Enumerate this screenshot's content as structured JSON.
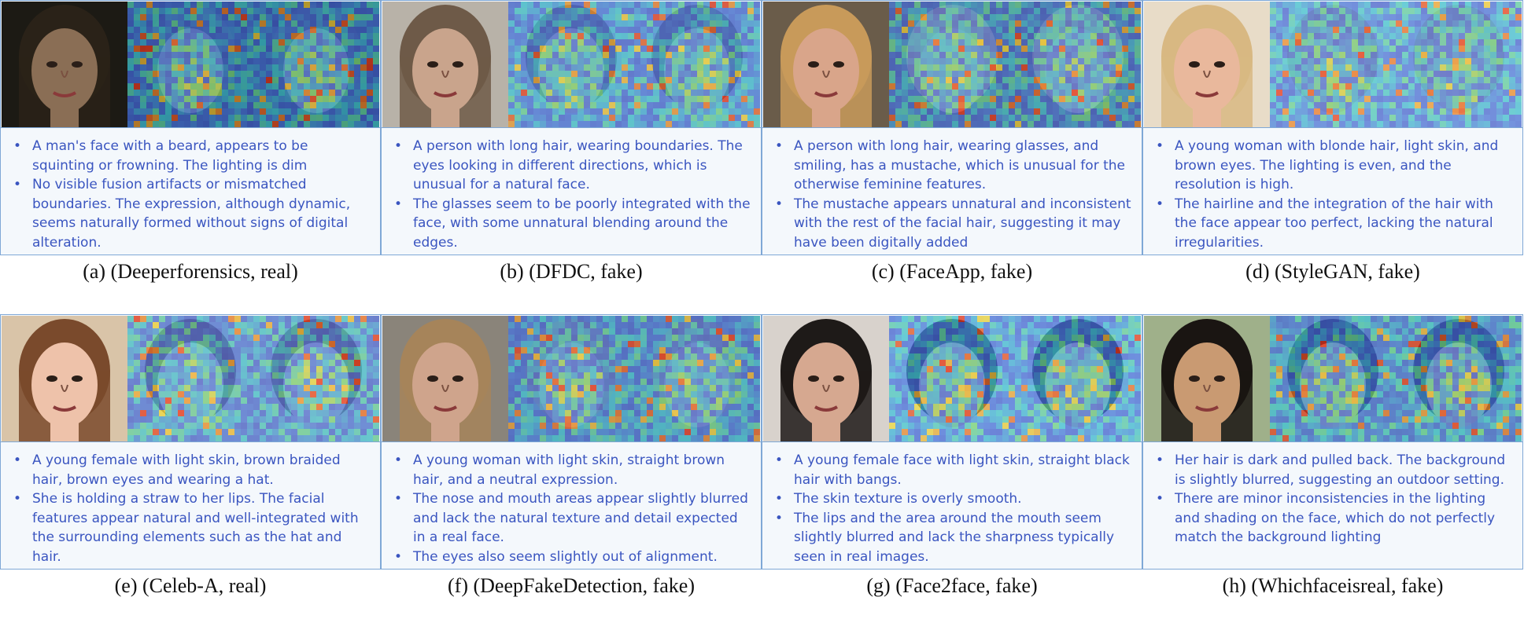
{
  "panels": [
    {
      "caption": "(a) (Deeperforensics, real)",
      "bullets": [
        "A man's face with a beard, appears to be squinting or frowning. The lighting is dim",
        "No visible fusion artifacts or mismatched boundaries. The expression, although dynamic, seems naturally formed without signs of digital alteration."
      ],
      "photo": {
        "bg": "#1c1a14",
        "skin": "#8a6e55",
        "hair": "#2a2218"
      }
    },
    {
      "caption": "(b) (DFDC, fake)",
      "bullets": [
        "A person with long hair, wearing boundaries. The eyes looking in different directions, which is unusual for a natural face.",
        "The glasses seem to be poorly integrated with the face, with some unnatural blending around the edges."
      ],
      "photo": {
        "bg": "#b8b2a8",
        "skin": "#c9a48c",
        "hair": "#6e5a48"
      }
    },
    {
      "caption": "(c) (FaceApp, fake)",
      "bullets": [
        "A person with long hair, wearing glasses, and smiling, has a mustache, which is unusual for the otherwise feminine features.",
        "The mustache appears unnatural and inconsistent with the rest of the facial hair, suggesting it may have been digitally added"
      ],
      "photo": {
        "bg": "#6a5c4a",
        "skin": "#d9a58a",
        "hair": "#c89a5a"
      }
    },
    {
      "caption": "(d) (StyleGAN, fake)",
      "bullets": [
        "A young woman with blonde hair, light skin, and brown eyes. The lighting is even, and the resolution is high.",
        "The hairline and the integration of the hair with the face appear too perfect, lacking the natural irregularities."
      ],
      "photo": {
        "bg": "#e8dcc8",
        "skin": "#e9b89c",
        "hair": "#d8b882"
      }
    },
    {
      "caption": "(e) (Celeb-A, real)",
      "bullets": [
        "A young female with light skin, brown braided hair, brown eyes and wearing a hat.",
        "She is holding a straw to her lips. The facial features appear natural and well-integrated with the surrounding elements such as the hat and hair."
      ],
      "photo": {
        "bg": "#d9c4a8",
        "skin": "#eec2aa",
        "hair": "#7a4a2c"
      }
    },
    {
      "caption": "(f) (DeepFakeDetection, fake)",
      "bullets": [
        "A young woman with light skin, straight brown hair, and a neutral expression.",
        "The nose and mouth areas appear slightly blurred and lack the natural texture and detail expected in a real face.",
        "The eyes also seem slightly out of alignment."
      ],
      "photo": {
        "bg": "#8a847a",
        "skin": "#cfa48c",
        "hair": "#a6845a"
      }
    },
    {
      "caption": "(g) (Face2face, fake)",
      "bullets": [
        "A young female face with light skin, straight black hair with bangs.",
        "The skin texture is overly smooth.",
        "The lips and the area around the mouth seem slightly blurred and lack the sharpness typically seen in real images."
      ],
      "photo": {
        "bg": "#d8d2cc",
        "skin": "#d6a890",
        "hair": "#1e1a18"
      }
    },
    {
      "caption": "(h) (Whichfaceisreal, fake)",
      "bullets": [
        "Her hair is dark and pulled back. The background is slightly blurred, suggesting an outdoor setting.",
        "There are minor inconsistencies in the lighting and shading on the face, which do not perfectly match the background lighting"
      ],
      "photo": {
        "bg": "#9fb08a",
        "skin": "#c99a72",
        "hair": "#1a1512"
      }
    }
  ]
}
